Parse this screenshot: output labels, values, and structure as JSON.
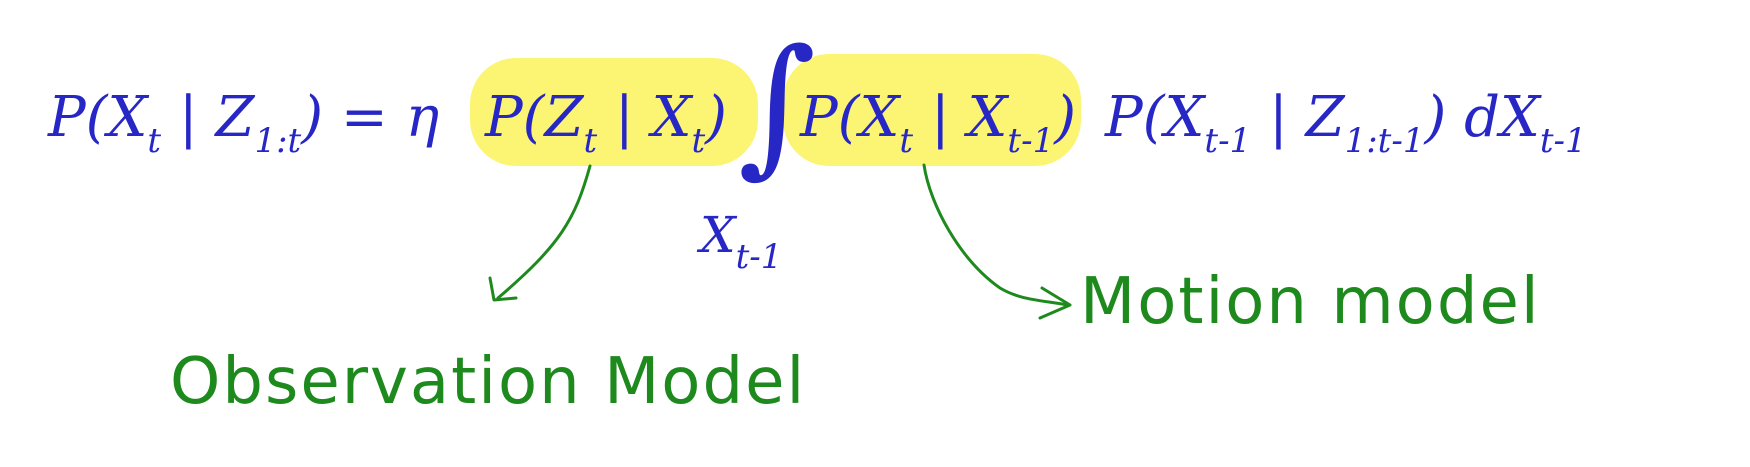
{
  "equation": {
    "lhs_p": "P(X",
    "lhs_sub_t": "t",
    "lhs_bar": " | Z",
    "lhs_sub_range": "1:t",
    "lhs_close": ")",
    "equals_eta": " = η ",
    "obs_p": "P(Z",
    "obs_sub": "t",
    "obs_bar": " | X",
    "obs_sub2": "t",
    "obs_close": ")",
    "integral_sign": "∫",
    "integral_var": "X",
    "integral_var_sub": "t-1",
    "mot_p": "P(X",
    "mot_sub": "t",
    "mot_bar": " | X",
    "mot_sub2": "t-1",
    "mot_close": ")",
    "prior_p": "P(X",
    "prior_sub": "t-1",
    "prior_bar": " | Z",
    "prior_sub2": "1:t-1",
    "prior_close": ") dX",
    "dx_sub": "t-1"
  },
  "labels": {
    "observation": "Observation Model",
    "motion": "Motion model"
  },
  "colors": {
    "equation_ink": "#2727c5",
    "annotation_ink": "#1e8a1e",
    "highlight": "#fbf35a"
  }
}
